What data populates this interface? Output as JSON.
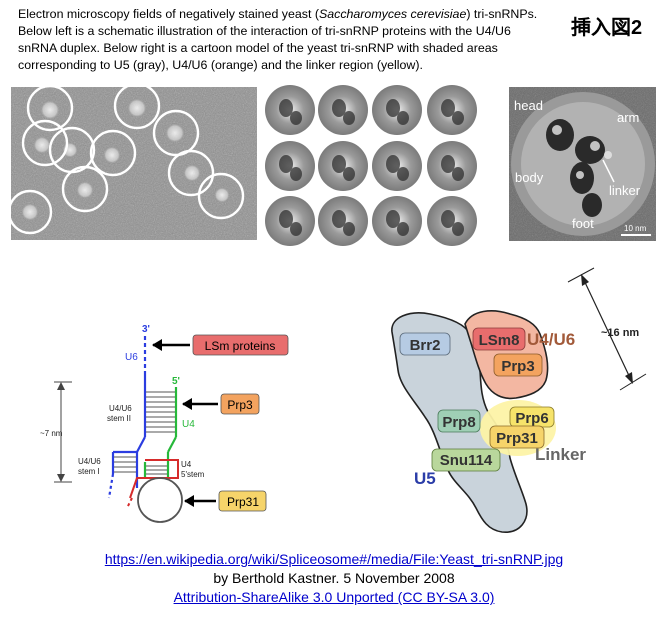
{
  "caption": {
    "line1_pre": "Electron microscopy fields of negatively stained yeast (",
    "line1_italic": "Saccharomyces cerevisiae",
    "line1_post": ") tri-snRNPs.",
    "rest": "Below left is a schematic illustration of the interaction of tri-snRNP proteins with the U4/U6 snRNA duplex. Below right is a cartoon model of the yeast tri-snRNP with shaded areas corresponding to U5 (gray), U4/U6 (orange) and the linker region (yellow)."
  },
  "figure_label": "挿入図2",
  "em_panel": {
    "labels": {
      "head": "head",
      "arm": "arm",
      "body": "body",
      "linker": "linker",
      "foot": "foot",
      "scale": "10 nm"
    }
  },
  "schematic": {
    "strand_3p": "3'",
    "strand_5p": "5'",
    "u6": "U6",
    "u4": "U4",
    "stem2_a": "U4/U6",
    "stem2_b": "stem II",
    "stem1_a": "U4/U6",
    "stem1_b": "stem I",
    "u4_5stem_a": "U4",
    "u4_5stem_b": "5'stem",
    "distance": "~7 nm",
    "lsm": "LSm proteins",
    "prp3": "Prp3",
    "prp31": "Prp31"
  },
  "cartoon": {
    "brr2": "Brr2",
    "lsm8": "LSm8",
    "prp3": "Prp3",
    "u4u6": "U4/U6",
    "prp8": "Prp8",
    "prp6": "Prp6",
    "prp31": "Prp31",
    "snu114": "Snu114",
    "linker": "Linker",
    "u5": "U5",
    "size": "~16 nm"
  },
  "credits": {
    "url": "https://en.wikipedia.org/wiki/Spliceosome#/media/File:Yeast_tri-snRNP.jpg",
    "author": "by Berthold Kastner. 5 November 2008",
    "license": "Attribution-ShareAlike 3.0 Unported (CC BY-SA 3.0)"
  },
  "colors": {
    "u5_gray": "#c9d3db",
    "u4u6_orange": "#f3b7a2",
    "linker_yellow": "#fdf3a6",
    "lsm_red": "#e86d6d",
    "prp3_orange": "#f3a35f",
    "prp31_yellow": "#f6d46a",
    "prp8_green": "#9fcfb5",
    "snu114_green": "#b9d79c",
    "brr2_blue": "#b6cbe3",
    "link_blue": "#0000cc"
  }
}
